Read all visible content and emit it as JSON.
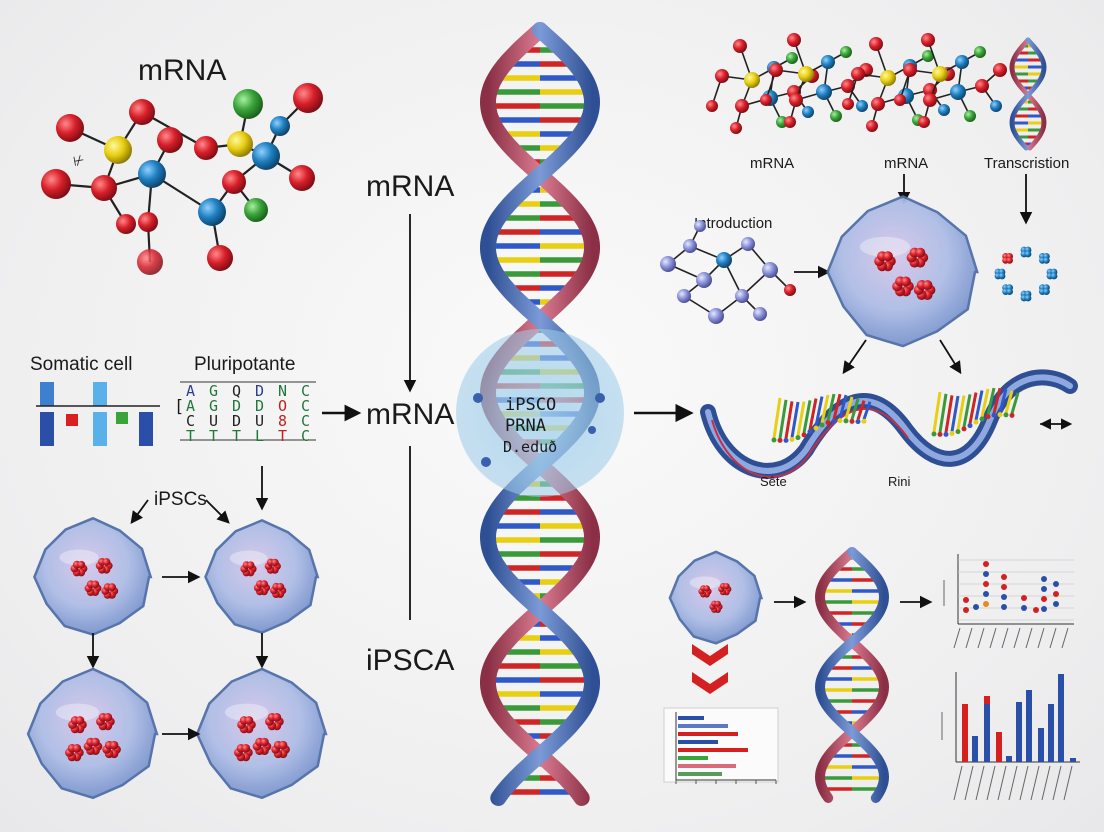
{
  "labels": {
    "top_left_title": "mRNA",
    "center_upper": "mRNA",
    "center_mid": "mRNA",
    "center_lower": "iPSCA",
    "somatic_cell": "Somatic cell",
    "pluripotent": "Pluripotante",
    "ipscs": "iPSCs",
    "right_mrna_1": "mRNA",
    "right_mrna_2": "mRNA",
    "transcription": "Transcristion",
    "introduction": "Introduction",
    "site": "Sête",
    "rini": "Rini",
    "helix_overlay_1": "iPSCO",
    "helix_overlay_2": "PRNA",
    "helix_overlay_3": "D.eduð"
  },
  "sequence_grid": [
    [
      "A",
      "G",
      "Q",
      "D",
      "N",
      "C"
    ],
    [
      "A",
      "G",
      "D",
      "D",
      "O",
      "C"
    ],
    [
      "C",
      "U",
      "D",
      "U",
      "8",
      "C"
    ],
    [
      "T",
      "T",
      "T",
      "L",
      "T",
      "C"
    ]
  ],
  "colors": {
    "strand_blue": "#4a6fb5",
    "strand_red": "#c0506a",
    "atom_red": "#d81f2a",
    "atom_blue": "#1f7fc0",
    "atom_yellow": "#e8cf12",
    "atom_green": "#3aa33a",
    "cell_fill": "#b9c9e8",
    "highlight": "#a8d4ee"
  }
}
